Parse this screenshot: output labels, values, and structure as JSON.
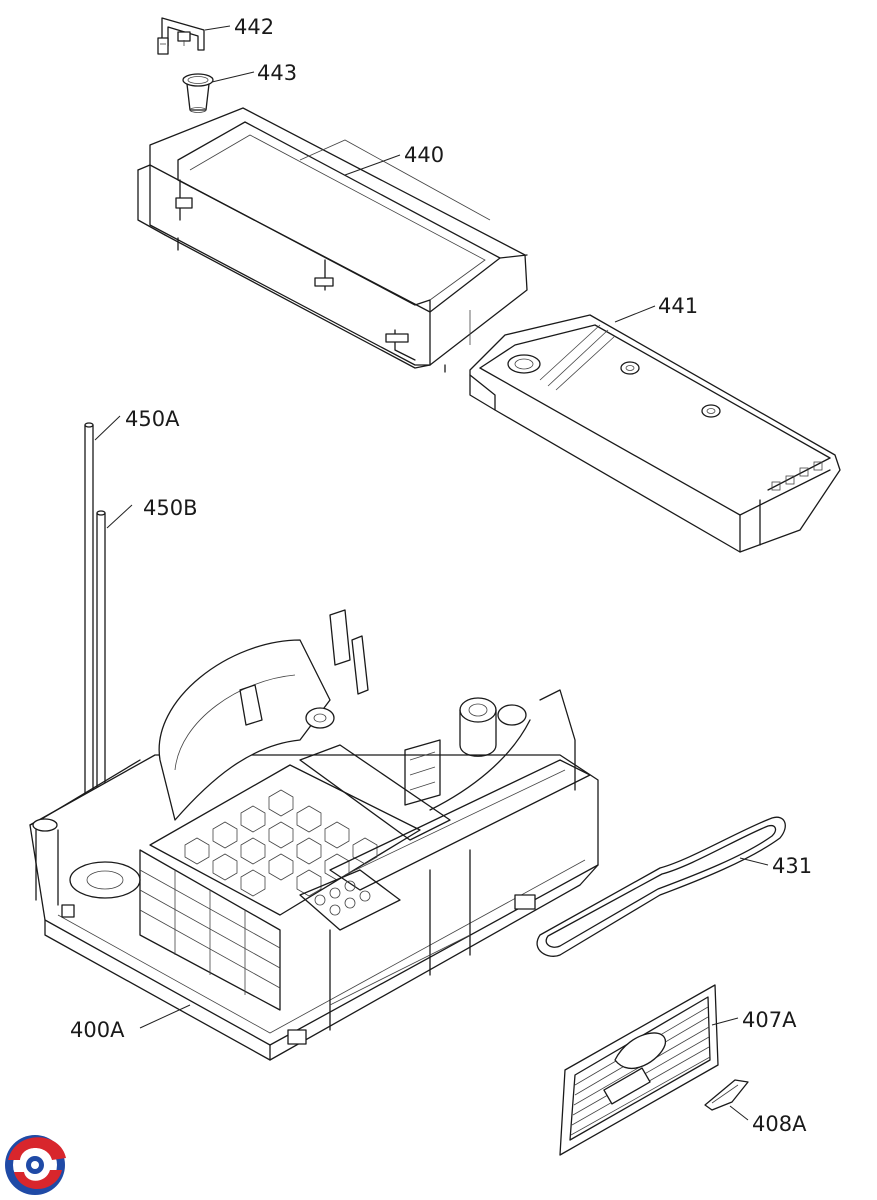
{
  "parts": [
    {
      "id": "p442",
      "label": "442"
    },
    {
      "id": "p443",
      "label": "443"
    },
    {
      "id": "p440",
      "label": "440"
    },
    {
      "id": "p441",
      "label": "441"
    },
    {
      "id": "p450a",
      "label": "450A"
    },
    {
      "id": "p450b",
      "label": "450B"
    },
    {
      "id": "p431",
      "label": "431"
    },
    {
      "id": "p407a",
      "label": "407A"
    },
    {
      "id": "p400a",
      "label": "400A"
    },
    {
      "id": "p408a",
      "label": "408A"
    }
  ],
  "colors": {
    "line": "#1a1a1a",
    "logo_red": "#d8262c",
    "logo_blue": "#1f4aa6"
  }
}
